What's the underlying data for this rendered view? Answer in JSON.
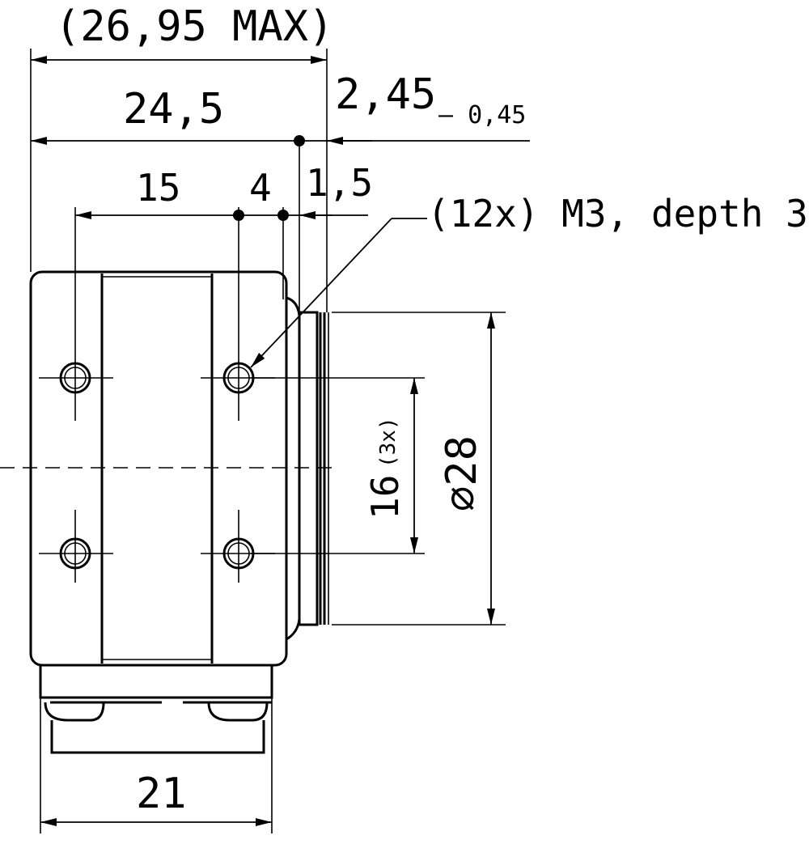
{
  "dimensions": {
    "overall_max": "(26,95 MAX)",
    "body_length": "24,5",
    "flange_offset": "2,45",
    "flange_tolerance": "– 0,45",
    "hole_offset_15": "15",
    "hole_spacing_4": "4",
    "step_1_5": "1,5",
    "base_width": "21",
    "hole_pitch": "16",
    "hole_pitch_count": "(3x)",
    "diameter": "⌀28"
  },
  "callout": {
    "label": "(12x) M3, depth 3"
  },
  "colors": {
    "line": "#000000",
    "background": "#ffffff"
  }
}
